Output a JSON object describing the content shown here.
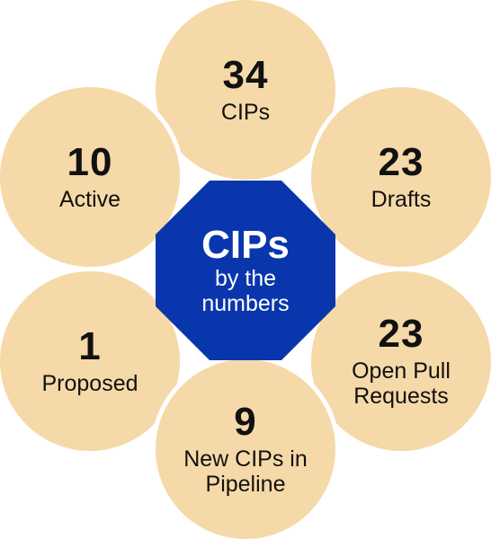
{
  "colors": {
    "petal_fill": "#f6d9a8",
    "hub_fill": "#0a36ad",
    "text_dark": "#111111",
    "text_light": "#ffffff"
  },
  "hub": {
    "title": "CIPs",
    "subtitle_line1": "by the",
    "subtitle_line2": "numbers"
  },
  "petals": {
    "cips": {
      "number": "34",
      "label_line1": "CIPs"
    },
    "drafts": {
      "number": "23",
      "label_line1": "Drafts"
    },
    "open_prs": {
      "number": "23",
      "label_line1": "Open Pull",
      "label_line2": "Requests"
    },
    "pipeline": {
      "number": "9",
      "label_line1": "New CIPs in",
      "label_line2": "Pipeline"
    },
    "proposed": {
      "number": "1",
      "label_line1": "Proposed"
    },
    "active": {
      "number": "10",
      "label_line1": "Active"
    }
  }
}
